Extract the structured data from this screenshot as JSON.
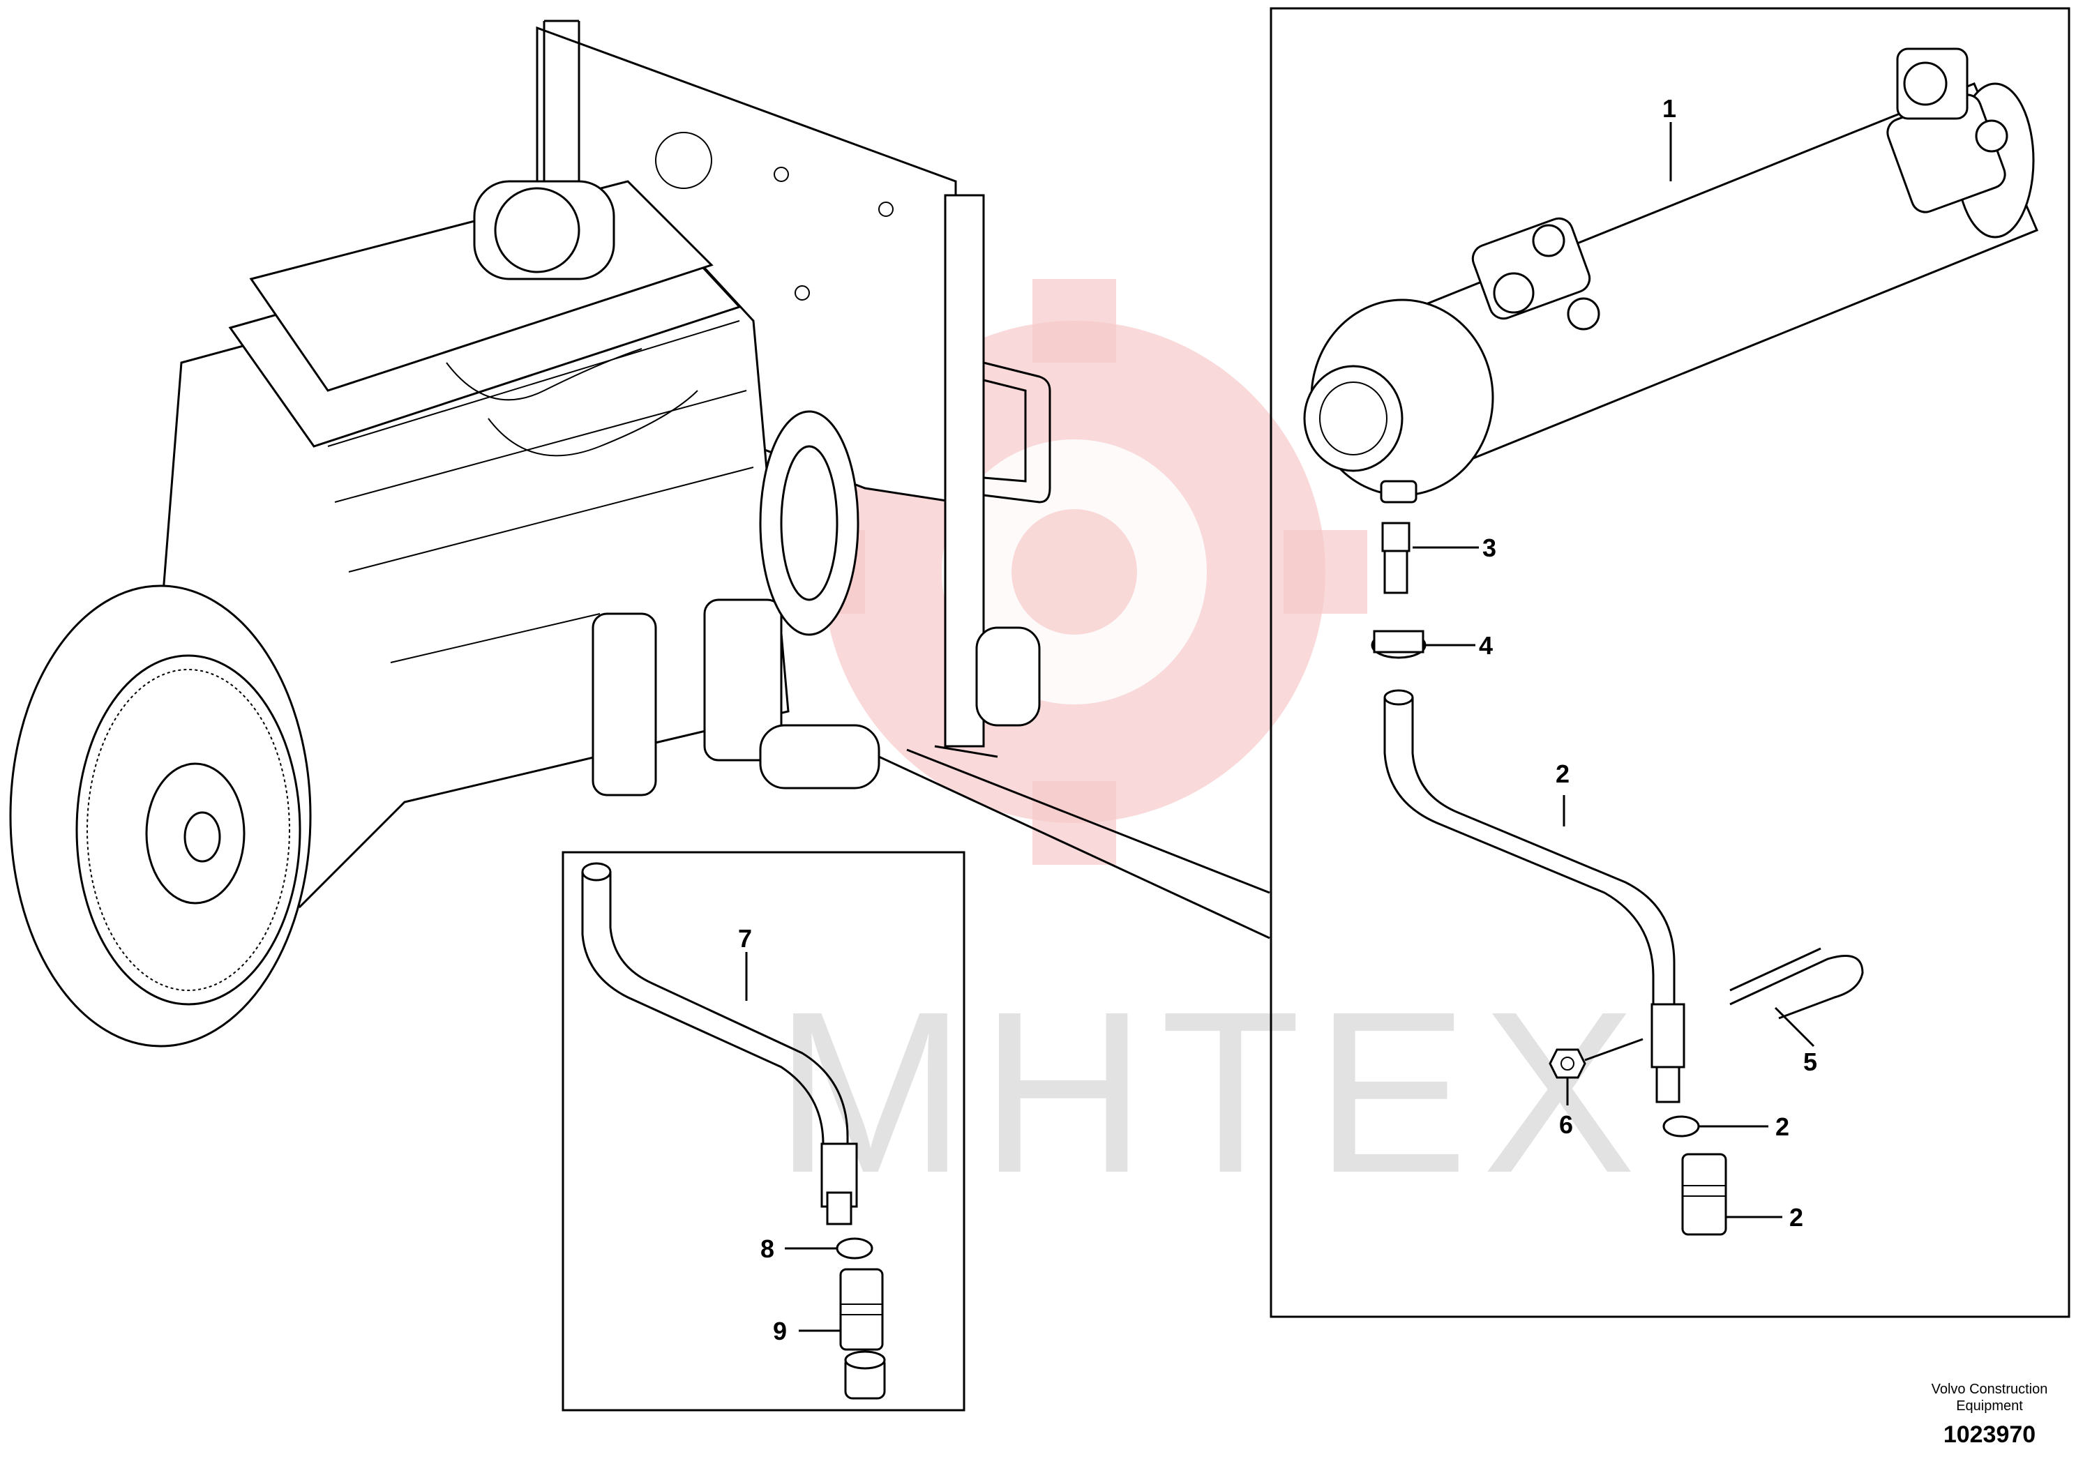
{
  "watermark": {
    "text": "MHTEX",
    "color": "#f6c9c9"
  },
  "callouts": {
    "c1": "1",
    "c2a": "2",
    "c2b": "2",
    "c2c": "2",
    "c3": "3",
    "c4": "4",
    "c5": "5",
    "c6": "6",
    "c7": "7",
    "c8": "8",
    "c9": "9"
  },
  "credit": {
    "company": "Volvo Construction Equipment",
    "drawing_number": "1023970"
  }
}
